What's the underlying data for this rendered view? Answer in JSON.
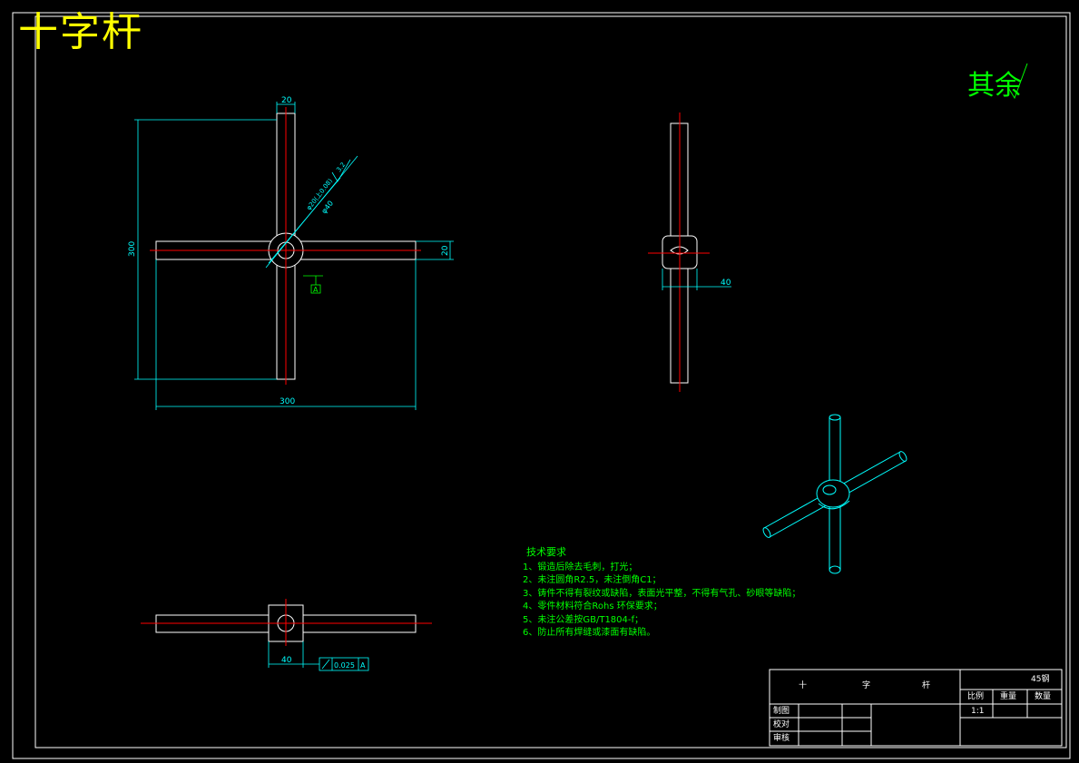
{
  "drawing": {
    "title": "十字杆",
    "surface_finish_note": "其余",
    "top_view": {
      "dim_top_width": "20",
      "dim_height": "300",
      "dim_arm_height": "20",
      "dim_width": "300",
      "hole_dim_1": "φ20(上0.08)",
      "hole_dim_2": "φ40",
      "roughness": "3.2",
      "datum": "A"
    },
    "side_view": {
      "dim_hub_width": "40"
    },
    "front_view": {
      "dim_hub_width": "40",
      "tolerance_value": "0.025",
      "tolerance_datum": "A"
    }
  },
  "tech_requirements": {
    "heading": "技术要求",
    "items": [
      "1、锻造后除去毛刺，打光；",
      "2、未注圆角R2.5，未注倒角C1；",
      "3、铸件不得有裂纹或缺陷，表面光平整，不得有气孔、砂眼等缺陷；",
      "4、零件材料符合Rohs 环保要求；",
      "5、未注公差按GB/T1804-f；",
      "6、防止所有焊缝或漆面有缺陷。"
    ]
  },
  "title_block": {
    "name_chars": [
      "十",
      "字",
      "杆"
    ],
    "material": "45钢",
    "col_scale": "比例",
    "col_weight": "重量",
    "col_qty": "数量",
    "scale_value": "1:1",
    "row_draw": "制图",
    "row_check": "校对",
    "row_review": "审核"
  },
  "colors": {
    "outline": "#ffffff",
    "dimension": "#00ffff",
    "centerline": "#ff0000",
    "annotation": "#00ff00",
    "title": "#ffff00"
  }
}
